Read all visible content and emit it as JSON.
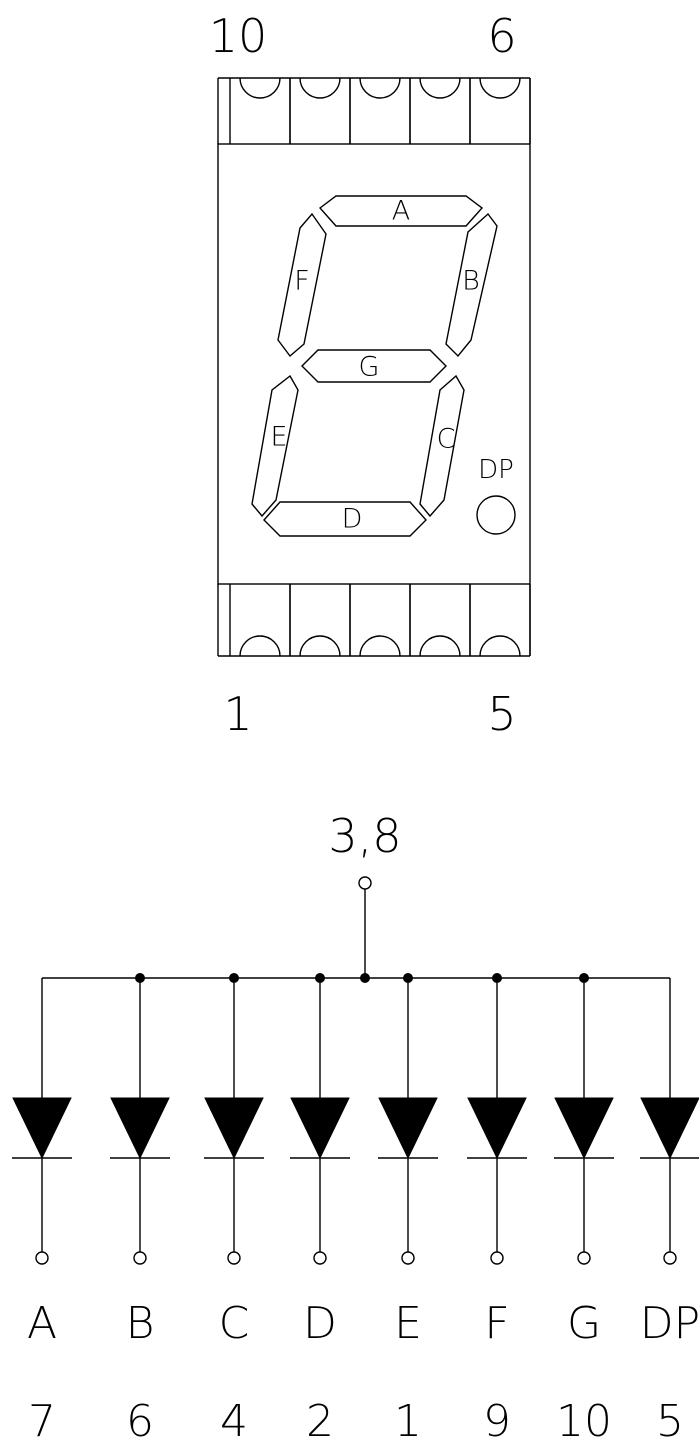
{
  "display": {
    "pin_top_left": "10",
    "pin_top_right": "6",
    "pin_bottom_left": "1",
    "pin_bottom_right": "5",
    "segments": [
      "A",
      "B",
      "C",
      "D",
      "E",
      "F",
      "G"
    ],
    "dp_label": "DP"
  },
  "schematic": {
    "common_pin_label": "3,8",
    "outputs": [
      {
        "name": "A",
        "pin": "7"
      },
      {
        "name": "B",
        "pin": "6"
      },
      {
        "name": "C",
        "pin": "4"
      },
      {
        "name": "D",
        "pin": "2"
      },
      {
        "name": "E",
        "pin": "1"
      },
      {
        "name": "F",
        "pin": "9"
      },
      {
        "name": "G",
        "pin": "10"
      },
      {
        "name": "DP",
        "pin": "5"
      }
    ]
  }
}
